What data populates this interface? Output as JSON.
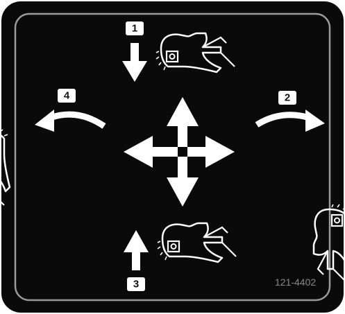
{
  "decal": {
    "part_number": "121-4402",
    "background_color": "#0a0a0a",
    "foreground_color": "#ffffff",
    "border_color": "#9a9a9a",
    "steps": [
      {
        "number": "1",
        "direction": "down",
        "icon": "bucket-down-icon"
      },
      {
        "number": "2",
        "direction": "right",
        "icon": "bucket-tilt-right-icon"
      },
      {
        "number": "3",
        "direction": "up",
        "icon": "bucket-up-icon"
      },
      {
        "number": "4",
        "direction": "left",
        "icon": "bucket-tilt-left-icon"
      }
    ],
    "center_icon": "four-way-arrows-icon"
  }
}
